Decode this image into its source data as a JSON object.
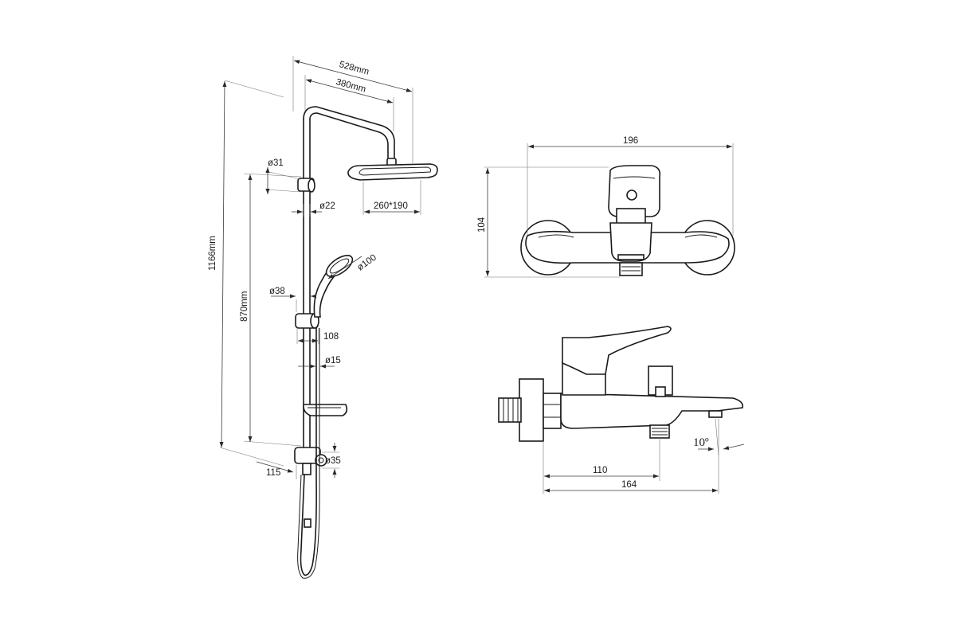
{
  "shower_column": {
    "width_overall": "528mm",
    "arm_length": "380mm",
    "height_overall": "1166mm",
    "slide_rail_height": "870mm",
    "bracket_diameter": "ø31",
    "pipe_diameter": "ø22",
    "head_size": "260*190",
    "hand_shower_diameter": "ø100",
    "slider_diameter": "ø38",
    "slider_depth": "108",
    "hose_diameter": "ø15",
    "valve_diameter": "ø35",
    "valve_depth": "115"
  },
  "mixer_front": {
    "width": "196",
    "height": "104"
  },
  "mixer_side": {
    "outlet_offset": "110",
    "spout_length": "164",
    "spout_angle": "10º"
  }
}
